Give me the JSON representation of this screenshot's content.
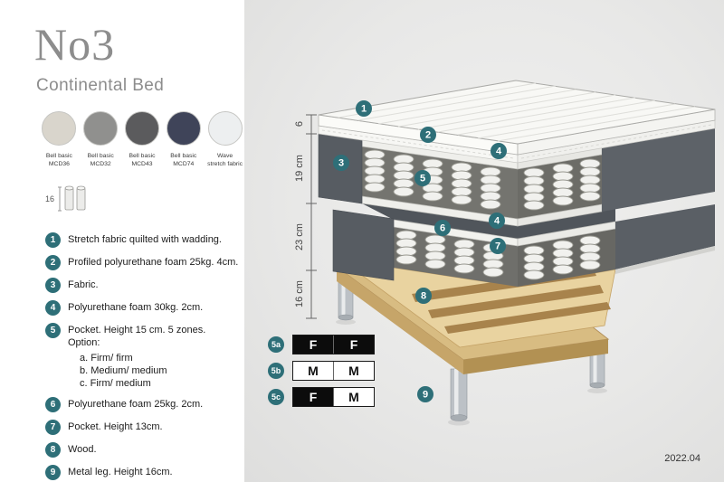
{
  "title": "No3",
  "subtitle": "Continental Bed",
  "swatches": [
    {
      "name": "Bell basic",
      "code": "MCD36",
      "color": "#d9d5cc"
    },
    {
      "name": "Bell basic",
      "code": "MCD32",
      "color": "#90908e"
    },
    {
      "name": "Bell basic",
      "code": "MCD43",
      "color": "#5b5b5d"
    },
    {
      "name": "Bell basic",
      "code": "MCD74",
      "color": "#3f4459"
    },
    {
      "name": "Wave",
      "code": "stretch fabric",
      "color": "#edeff0"
    }
  ],
  "leg_icon": {
    "height_label": "16"
  },
  "legend": [
    {
      "num": "1",
      "text": "Stretch fabric quilted with wadding."
    },
    {
      "num": "2",
      "text": "Profiled polyurethane foam 25kg. 4cm."
    },
    {
      "num": "3",
      "text": "Fabric."
    },
    {
      "num": "4",
      "text": "Polyurethane foam 30kg. 2cm."
    },
    {
      "num": "5",
      "text": "Pocket. Height 15 cm. 5 zones. Option:",
      "options": [
        "a. Firm/ firm",
        "b. Medium/ medium",
        "c. Firm/ medium"
      ]
    },
    {
      "num": "6",
      "text": "Polyurethane foam 25kg. 2cm."
    },
    {
      "num": "7",
      "text": "Pocket. Height 13cm."
    },
    {
      "num": "8",
      "text": "Wood."
    },
    {
      "num": "9",
      "text": "Metal leg. Height 16cm."
    }
  ],
  "measurements": [
    "6",
    "19 cm",
    "23 cm",
    "16 cm"
  ],
  "diagram_badges": [
    "1",
    "2",
    "4",
    "3",
    "5",
    "4",
    "6",
    "7",
    "8",
    "9"
  ],
  "firmness_table": {
    "rows": [
      {
        "label": "5a",
        "cells": [
          {
            "text": "F",
            "style": "dark"
          },
          {
            "text": "F",
            "style": "dark"
          }
        ]
      },
      {
        "label": "5b",
        "cells": [
          {
            "text": "M",
            "style": "light"
          },
          {
            "text": "M",
            "style": "light"
          }
        ]
      },
      {
        "label": "5c",
        "cells": [
          {
            "text": "F",
            "style": "dark"
          },
          {
            "text": "M",
            "style": "light"
          }
        ]
      }
    ]
  },
  "version": "2022.04",
  "colors": {
    "accent_teal": "#2e6f78",
    "panel_bg": "#e8e8e7",
    "wood": "#e9d3a0",
    "fabric_gray": "#575c62",
    "metal": "#bcc1c6"
  }
}
